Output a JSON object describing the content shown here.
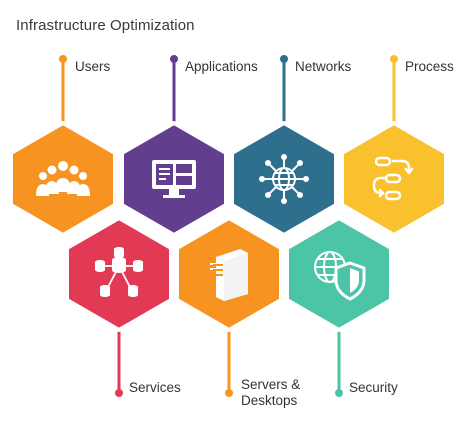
{
  "title": "Infrastructure Optimization",
  "items": [
    {
      "label": "Users",
      "color": "#F79421",
      "icon": "users-icon"
    },
    {
      "label": "Applications",
      "color": "#623E8F",
      "icon": "monitor-dashboard-icon"
    },
    {
      "label": "Networks",
      "color": "#2E6F8E",
      "icon": "network-globe-icon"
    },
    {
      "label": "Process",
      "color": "#F9C12E",
      "icon": "process-flow-icon"
    },
    {
      "label": "Services",
      "color": "#E23955",
      "icon": "database-network-icon"
    },
    {
      "label": "Servers &\nDesktops",
      "color": "#F79421",
      "icon": "server-tower-icon"
    },
    {
      "label": "Security",
      "color": "#4CC4A6",
      "icon": "globe-shield-icon"
    }
  ]
}
